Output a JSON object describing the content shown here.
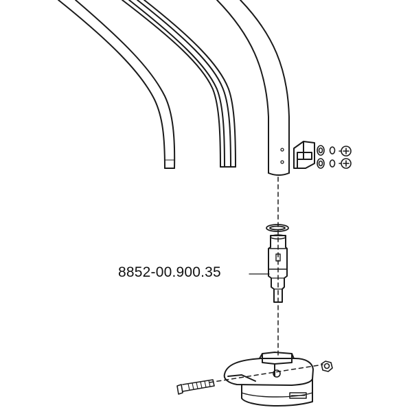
{
  "diagram": {
    "part_number_label": "8852-00.900.35",
    "parts": [
      {
        "name": "outer-tube-left"
      },
      {
        "name": "triple-rail-center"
      },
      {
        "name": "main-tube-right"
      },
      {
        "name": "mounting-clamp-bracket"
      },
      {
        "name": "washer-set"
      },
      {
        "name": "screw-set"
      },
      {
        "name": "o-ring"
      },
      {
        "name": "pivot-pin-assembly"
      },
      {
        "name": "base-hub-assembly"
      },
      {
        "name": "long-bolt"
      },
      {
        "name": "hex-nut"
      }
    ]
  }
}
